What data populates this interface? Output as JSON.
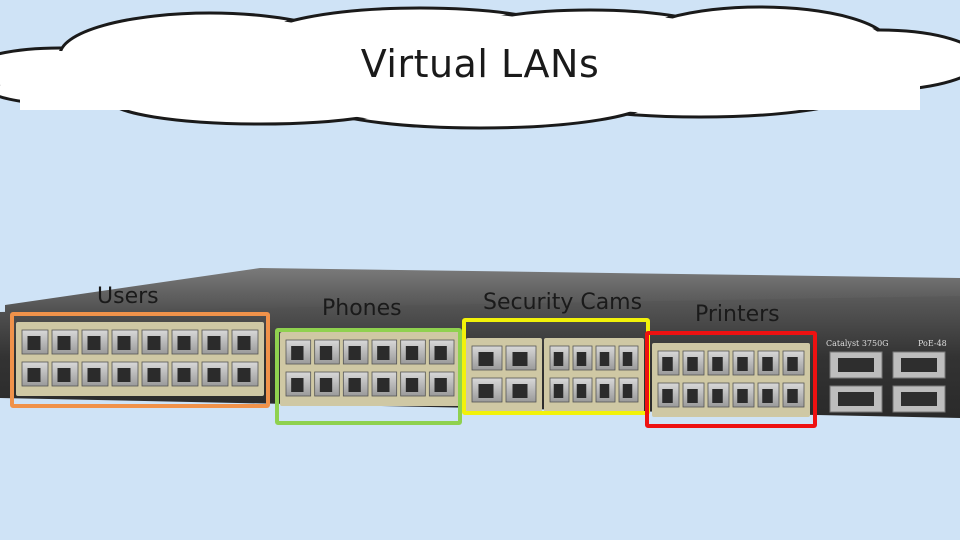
{
  "title": "Virtual LANs",
  "switch_model_text": "Catalyst 3750G",
  "switch_series_text": "PoE-48",
  "vlans": [
    {
      "label": "Users",
      "color": "#f0924a"
    },
    {
      "label": "Phones",
      "color": "#8fd14f"
    },
    {
      "label": "Security Cams",
      "color": "#f2f20a"
    },
    {
      "label": "Printers",
      "color": "#ee1111"
    }
  ],
  "colors": {
    "background": "#cfe3f6",
    "cloud_fill": "#ffffff",
    "cloud_stroke": "#1a1a1a",
    "switch_body": "#3a3a3a",
    "switch_panel": "#cfc8a4"
  }
}
